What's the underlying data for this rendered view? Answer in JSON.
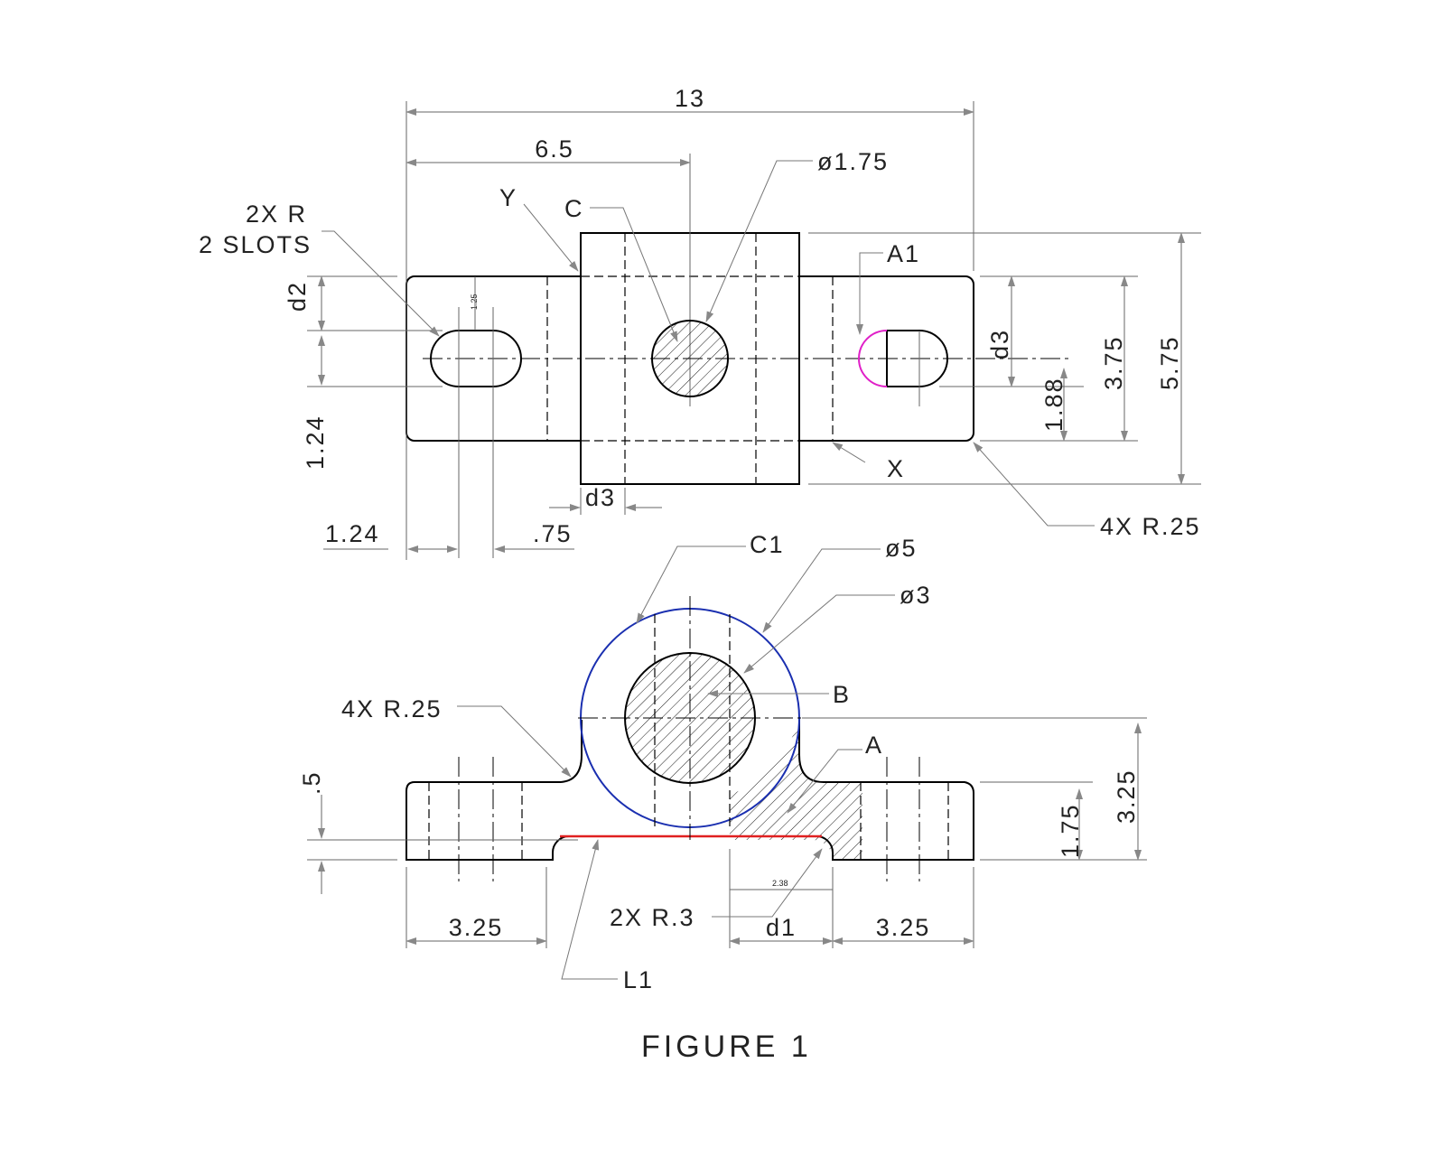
{
  "top_view": {
    "dim_overall_width": "13",
    "dim_half_width": "6.5",
    "label_y": "Y",
    "label_c": "C",
    "hole_diameter": "ø1.75",
    "slot_note_line1": "2X R",
    "slot_note_line2": "2 SLOTS",
    "label_a1": "A1",
    "dim_d2": "d2",
    "dim_slot_small": "1.25",
    "dim_d3_right": "d3",
    "dim_3_75": "3.75",
    "dim_5_75": "5.75",
    "dim_1_88": "1.88",
    "dim_1_24_vertical": "1.24",
    "label_x": "X",
    "dim_d3_bottom": "d3",
    "corner_radius_note": "4X R.25",
    "dim_1_24_horizontal": "1.24",
    "dim_0_75": ".75"
  },
  "front_view": {
    "label_c1": "C1",
    "outer_diameter": "ø5",
    "bore_diameter": "ø3",
    "label_b": "B",
    "fillet_note": "4X R.25",
    "label_a": "A",
    "dim_0_5": ".5",
    "dim_1_75": "1.75",
    "dim_3_25_vertical": "3.25",
    "dim_2_38": "2.38",
    "relief_radius_note": "2X R.3",
    "dim_left_3_25": "3.25",
    "dim_d1": "d1",
    "dim_right_3_25": "3.25",
    "label_l1": "L1"
  },
  "caption": "FIGURE 1",
  "colors": {
    "outline": "#000000",
    "dimension": "#777777",
    "circle_c1": "#1a2fb0",
    "line_l1": "#e02020",
    "arc_a1": "#e020c8"
  }
}
